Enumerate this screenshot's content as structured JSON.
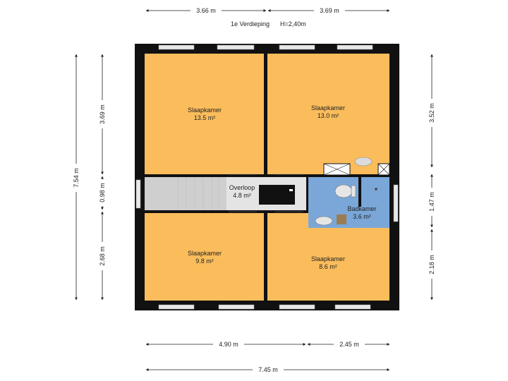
{
  "header": {
    "floor": "1e Verdieping",
    "height": "H=2,40m"
  },
  "rooms": [
    {
      "name": "Slaapkamer",
      "area": "13.5 m²"
    },
    {
      "name": "Slaapkamer",
      "area": "13.0 m²"
    },
    {
      "name": "Overloop",
      "area": "4.8 m²"
    },
    {
      "name": "Badkamer",
      "area": "3.6 m²"
    },
    {
      "name": "Slaapkamer",
      "area": "9.8 m²"
    },
    {
      "name": "Slaapkamer",
      "area": "8.6 m²"
    }
  ],
  "dimensions": {
    "top": [
      "3.66 m",
      "3.69 m"
    ],
    "left_total": "7.54 m",
    "left": [
      "3.69 m",
      "0.98 m",
      "2.68 m"
    ],
    "right": [
      "3.52 m",
      "1.47 m",
      "2.18 m"
    ],
    "bottom": [
      "4.90 m",
      "2.45 m"
    ],
    "bottom_total": "7.45 m"
  },
  "colors": {
    "bedroom": "#fbbd5c",
    "bathroom": "#7aa7d8",
    "hallway": "#d6d6d6",
    "wall": "#111111"
  }
}
